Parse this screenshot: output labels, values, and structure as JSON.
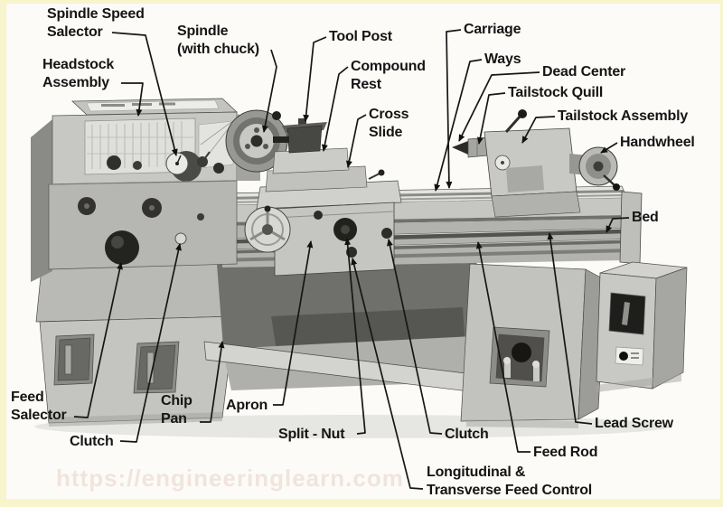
{
  "page": {
    "background": "#fcfbf8",
    "frame_color": "#f8f4cc",
    "label_color": "#151515",
    "leader_line_color": "#161616"
  },
  "watermark": {
    "text": "https://engineeringlearn.com",
    "color": "#f1e4dc"
  },
  "diagram": {
    "labels": [
      {
        "id": "spindle-speed-selector",
        "text": "Spindle Speed\nSalector"
      },
      {
        "id": "headstock-assembly",
        "text": "Headstock\nAssembly"
      },
      {
        "id": "spindle-with-chuck",
        "text": "Spindle\n(with chuck)"
      },
      {
        "id": "tool-post",
        "text": "Tool Post"
      },
      {
        "id": "compound-rest",
        "text": "Compound\nRest"
      },
      {
        "id": "cross-slide",
        "text": "Cross\nSlide"
      },
      {
        "id": "carriage",
        "text": "Carriage"
      },
      {
        "id": "ways",
        "text": "Ways"
      },
      {
        "id": "dead-center",
        "text": "Dead Center"
      },
      {
        "id": "tailstock-quill",
        "text": "Tailstock Quill"
      },
      {
        "id": "tailstock-assembly",
        "text": "Tailstock Assembly"
      },
      {
        "id": "handwheel",
        "text": "Handwheel"
      },
      {
        "id": "bed",
        "text": "Bed"
      },
      {
        "id": "feed-selector",
        "text": "Feed\nSalector"
      },
      {
        "id": "clutch-left",
        "text": "Clutch"
      },
      {
        "id": "chip-pan",
        "text": "Chip\nPan"
      },
      {
        "id": "apron",
        "text": "Apron"
      },
      {
        "id": "split-nut",
        "text": "Split - Nut"
      },
      {
        "id": "clutch-right",
        "text": "Clutch"
      },
      {
        "id": "feed-rod",
        "text": "Feed Rod"
      },
      {
        "id": "longitudinal-transverse-feed-control",
        "text": "Longitudinal &\nTransverse Feed Control"
      },
      {
        "id": "lead-screw",
        "text": "Lead Screw"
      }
    ]
  }
}
